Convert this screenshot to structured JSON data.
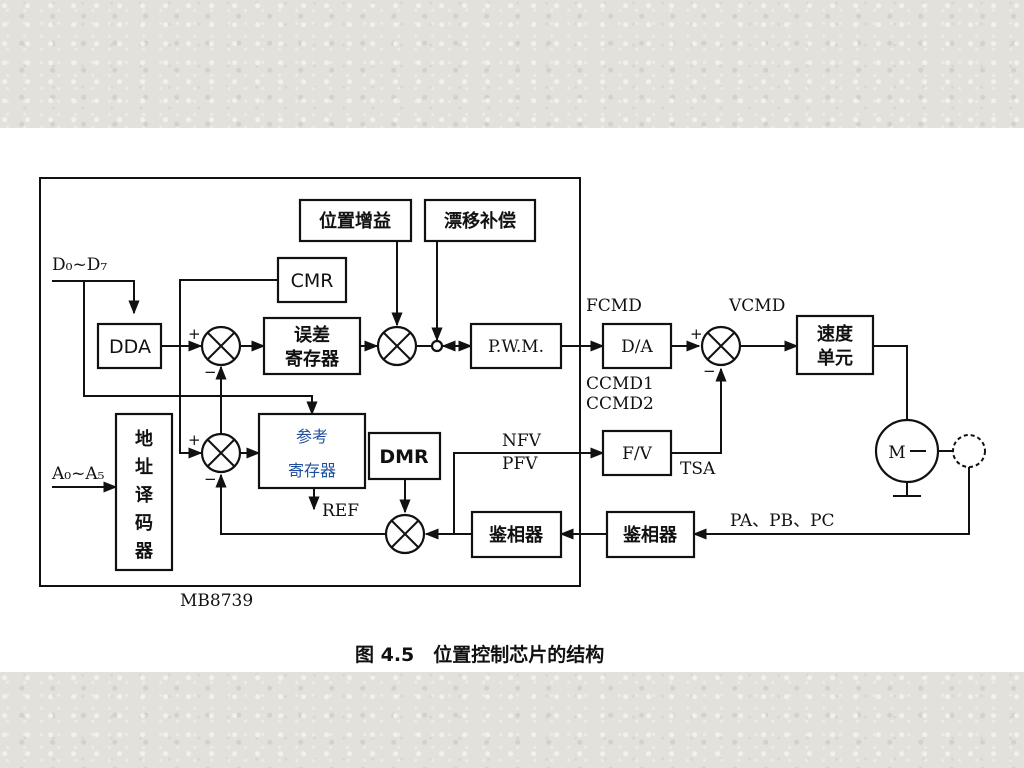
{
  "diagram": {
    "inputs": {
      "d": "D₀~D₇",
      "a": "A₀~A₅"
    },
    "blocks": {
      "dda": "DDA",
      "cmr": "CMR",
      "error_reg_1": "误差",
      "error_reg_2": "寄存器",
      "pos_gain": "位置增益",
      "drift_comp": "漂移补偿",
      "pwm": "P.W.M.",
      "da": "D/A",
      "speed_unit_1": "速度",
      "speed_unit_2": "单元",
      "addr_decoder": [
        "地",
        "址",
        "译",
        "码",
        "器"
      ],
      "ref_reg_1": "参考",
      "ref_reg_2": "寄存器",
      "dmr": "DMR",
      "fv": "F/V",
      "phase_det_inner": "鉴相器",
      "phase_det_outer": "鉴相器",
      "motor": "M"
    },
    "signals": {
      "fcmd": "FCMD",
      "vcmd": "VCMD",
      "ccmd1": "CCMD1",
      "ccmd2": "CCMD2",
      "nfv": "NFV",
      "pfv": "PFV",
      "tsa": "TSA",
      "ref": "REF",
      "pa_pb_pc": "PA、PB、PC"
    },
    "chip_label": "MB8739",
    "signs": {
      "plus": "+",
      "minus": "−"
    },
    "caption": "图 4.5　位置控制芯片的结构"
  }
}
